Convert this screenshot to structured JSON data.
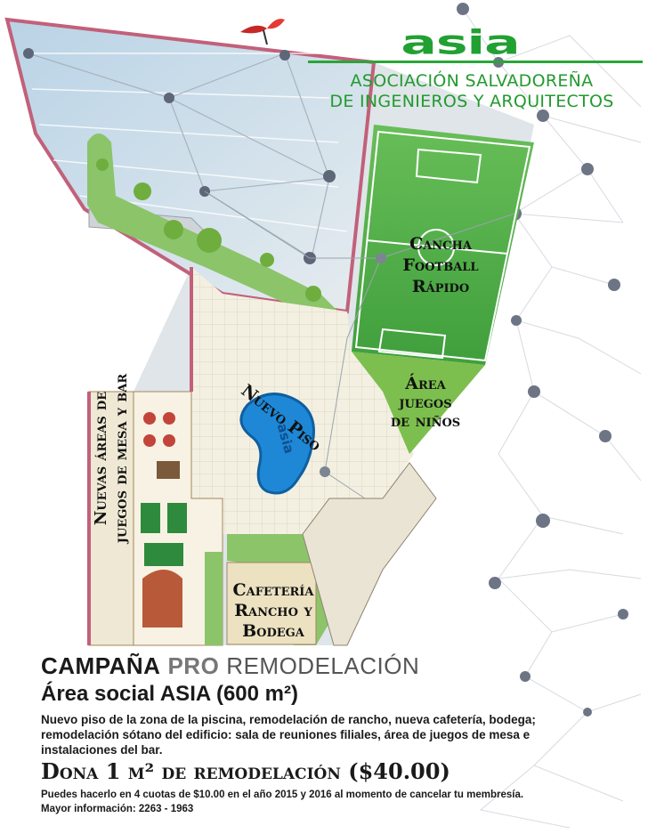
{
  "header": {
    "logo_text": "asia",
    "org_line1": "ASOCIACIÓN SALVADOREÑA",
    "org_line2": "DE INGENIEROS Y ARQUITECTOS"
  },
  "map": {
    "pool_text": "asia",
    "labels": {
      "cancha": "Cancha\nFootball\nRápido",
      "area_juegos": "Área\njuegos\nde niños",
      "nuevo_piso": "Nuevo Piso",
      "nuevas_areas": "Nuevas áreas de\njuegos de mesa y bar",
      "cafeteria": "Cafetería\nRancho y\nBodega"
    }
  },
  "campaign": {
    "title_part1": "CAMPAÑA",
    "title_part2": "PRO",
    "title_part3": "REMODELACIÓN",
    "subtitle": "Área social ASIA (600 m²)",
    "description": "Nuevo piso de la zona de la piscina, remodelación de rancho, nueva cafetería, bodega; remodelación sótano del edificio: sala de reuniones filiales, área de juegos de mesa e instalaciones del bar.",
    "donation": "Dona 1 m² de remodelación ($40.00)",
    "note_installments": "Puedes hacerlo en 4 cuotas de $10.00 en el año 2015 y 2016 al momento de cancelar tu membresía.",
    "note_info": "Mayor información: 2263 - 1963"
  },
  "colors": {
    "brand_green": "#21a132",
    "field_green": "#4caf50",
    "pool_blue": "#1e88d6",
    "wall_pink": "#c2607a",
    "network_node": "#6d7585"
  }
}
